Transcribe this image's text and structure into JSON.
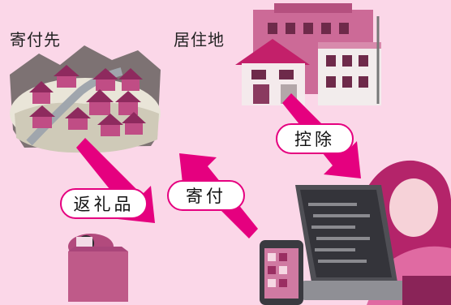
{
  "labels": {
    "donation_destination": "寄付先",
    "residence": "居住地"
  },
  "flows": {
    "deduction": "控除",
    "donation": "寄付",
    "return_gift": "返礼品"
  },
  "colors": {
    "background": "#fbd7e8",
    "arrow": "#e5007f",
    "pill_border": "#e5007f"
  }
}
